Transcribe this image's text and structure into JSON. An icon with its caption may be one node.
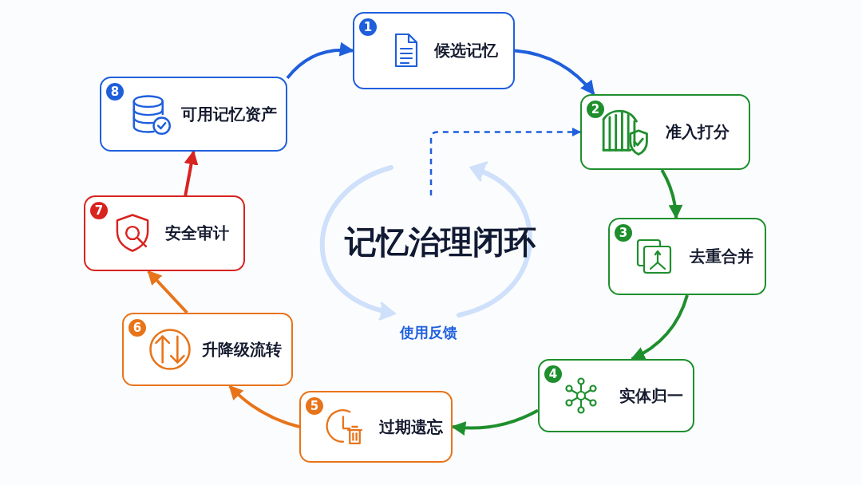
{
  "diagram": {
    "nodes": [
      {
        "text": [
          "1",
          "候选记忆"
        ]
      },
      {
        "text": [
          "2",
          "准入打分"
        ]
      },
      {
        "text": [
          "3",
          "去重合并"
        ]
      },
      {
        "text": [
          "4",
          "实体归一"
        ]
      },
      {
        "text": [
          "5",
          "过期遗忘"
        ]
      },
      {
        "text": [
          "6",
          "升降级流转"
        ]
      },
      {
        "text": [
          "7",
          "安全审计"
        ]
      },
      {
        "text": [
          "8",
          "可用记忆资产"
        ]
      }
    ],
    "edges": [
      {
        "from": 7,
        "to": 0,
        "arrow": "to",
        "color": "#1f5fdc"
      },
      {
        "from": 0,
        "to": 1,
        "arrow": "to",
        "color": "#1f5fdc"
      },
      {
        "from": 1,
        "to": 2,
        "arrow": "to",
        "color": "#1f8f2e"
      },
      {
        "from": 2,
        "to": 3,
        "arrow": "to",
        "color": "#1f8f2e"
      },
      {
        "from": 3,
        "to": 4,
        "arrow": "to",
        "color": "#1f8f2e"
      },
      {
        "from": 4,
        "to": 5,
        "arrow": "to",
        "color": "#e8741a"
      },
      {
        "from": 5,
        "to": 6,
        "arrow": "to",
        "color": "#e8741a"
      },
      {
        "from": 6,
        "to": 7,
        "arrow": "to",
        "color": "#d8231f"
      },
      {
        "from": null,
        "to": 1,
        "arrow": "to",
        "style": "dashed",
        "color": "#1f5fdc"
      }
    ],
    "labels": [
      "记忆治理闭环",
      "使用反馈"
    ]
  }
}
